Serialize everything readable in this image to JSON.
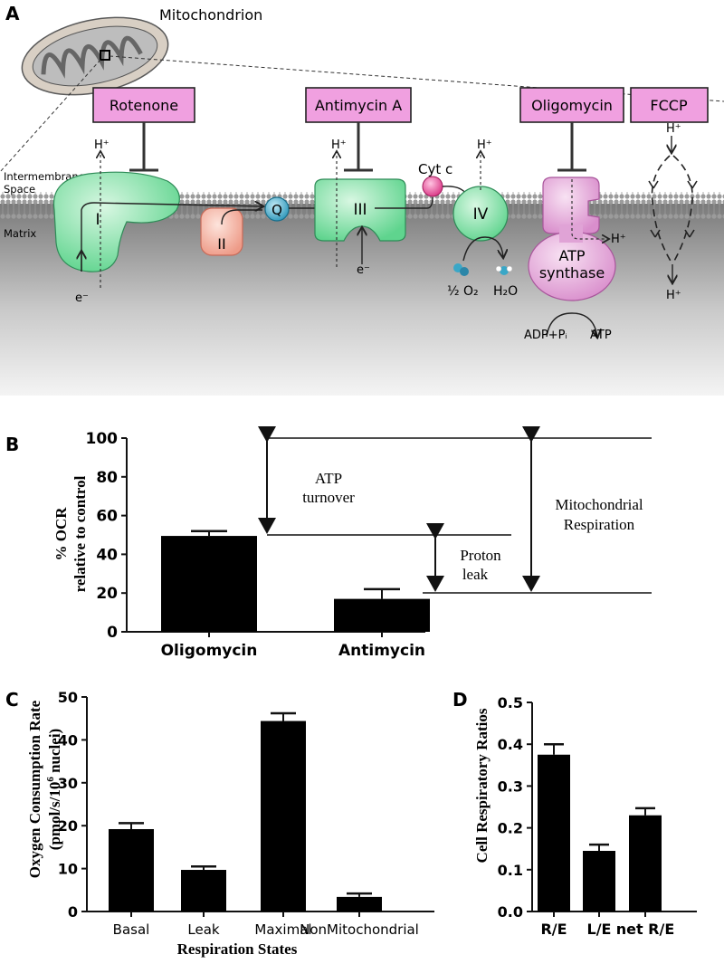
{
  "panelA": {
    "label": "A",
    "mito_title": "Mitochondrion",
    "intermembrane": [
      "Intermembrane",
      "Space"
    ],
    "matrix": "Matrix",
    "inhibitors": [
      "Rotenone",
      "Antimycin A",
      "Oligomycin",
      "FCCP"
    ],
    "complexes": [
      "I",
      "II",
      "III",
      "IV"
    ],
    "q": "Q",
    "cytc": "Cyt c",
    "atp_synthase": [
      "ATP",
      "synthase"
    ],
    "hplus": "H⁺",
    "eminus": "e⁻",
    "half_o2": "½ O₂",
    "h2o": "H₂O",
    "adp": "ADP+Pᵢ",
    "atp": "ATP",
    "colors": {
      "complex": "#7fe3a5",
      "complex2": "#f2a89a",
      "q": "#3aa7c7",
      "cytc": "#e0488f",
      "synthase": "#e7a6db",
      "inhibitor": "#f0a0e0"
    }
  },
  "panelB": {
    "label": "B",
    "ylabel": [
      "% OCR",
      "relative to control"
    ],
    "annotations": {
      "atp_turnover": [
        "ATP",
        "turnover"
      ],
      "proton_leak": [
        "Proton",
        "leak"
      ],
      "mito_resp": [
        "Mitochondrial",
        "Respiration"
      ]
    }
  },
  "panelC": {
    "label": "C",
    "ylabel": [
      "Oxygen Consumption Rate",
      "(pmol/s/10",
      "6",
      " nuclei)"
    ],
    "xlabel": "Respiration States"
  },
  "panelD": {
    "label": "D",
    "ylabel": "Cell Respiratory Ratios"
  },
  "chart_data": [
    {
      "panel": "B",
      "type": "bar",
      "categories": [
        "Oligomycin",
        "Antimycin"
      ],
      "values": [
        49.5,
        17
      ],
      "errors": [
        2.5,
        5
      ],
      "ylim": [
        0,
        100
      ],
      "yticks": [
        0,
        20,
        40,
        60,
        80,
        100
      ],
      "reference_lines": [
        100,
        50,
        20
      ]
    },
    {
      "panel": "C",
      "type": "bar",
      "categories": [
        "Basal",
        "Leak",
        "Maximal",
        "NonMitochondrial"
      ],
      "values": [
        19.2,
        9.7,
        44.4,
        3.4
      ],
      "errors": [
        1.4,
        0.8,
        1.8,
        0.8
      ],
      "ylim": [
        0,
        50
      ],
      "yticks": [
        0,
        10,
        20,
        30,
        40,
        50
      ]
    },
    {
      "panel": "D",
      "type": "bar",
      "categories": [
        "R/E",
        "L/E",
        "net R/E"
      ],
      "values": [
        0.375,
        0.145,
        0.23
      ],
      "errors": [
        0.025,
        0.015,
        0.017
      ],
      "ylim": [
        0,
        0.5
      ],
      "yticks": [
        "0.0",
        "0.1",
        "0.2",
        "0.3",
        "0.4",
        "0.5"
      ]
    }
  ]
}
